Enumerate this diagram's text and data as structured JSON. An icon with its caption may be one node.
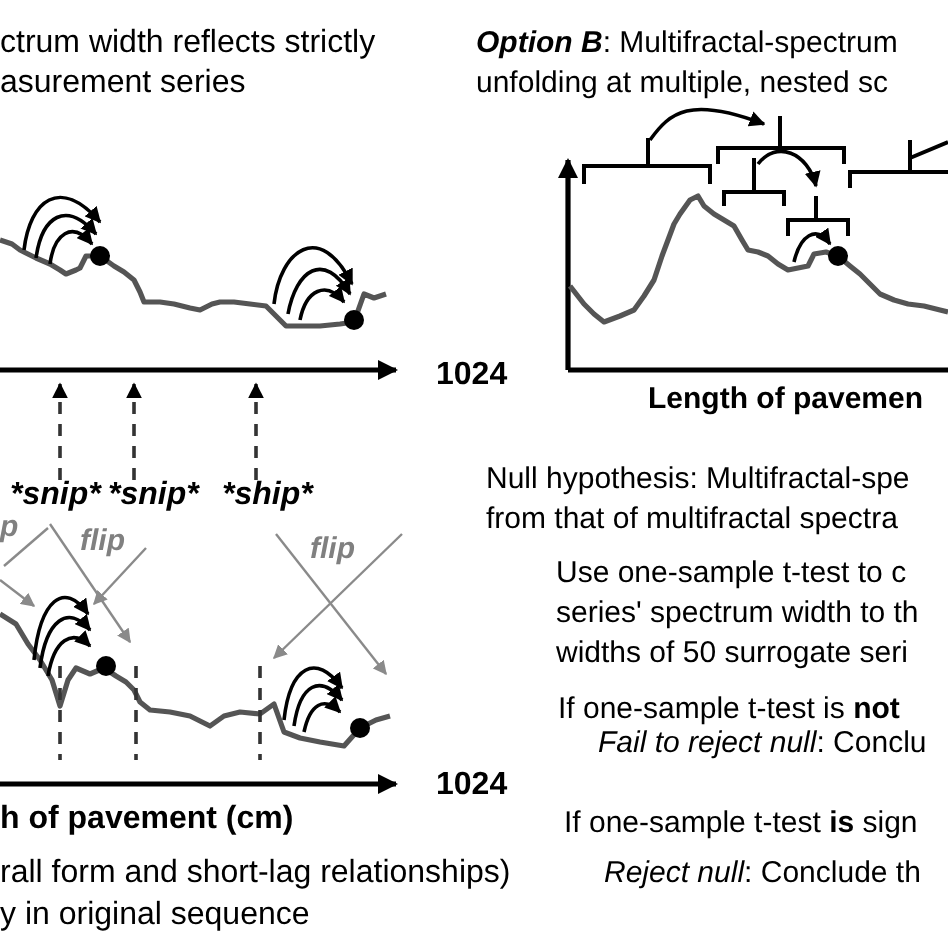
{
  "diagram": {
    "nodes": [
      {
        "text": [
          "*snip*"
        ]
      },
      {
        "text": [
          "*snip*"
        ]
      },
      {
        "text": [
          "*ship*"
        ]
      }
    ],
    "edges": [
      {
        "from": 0,
        "to": null,
        "arrow": "to",
        "style": "dashed"
      },
      {
        "from": 1,
        "to": null,
        "arrow": "to",
        "style": "dashed"
      },
      {
        "from": 2,
        "to": null,
        "arrow": "to",
        "style": "dashed"
      }
    ],
    "labels": [
      "ctrum width reflects strictly asurement series",
      "**Option B**: Multifractal-spectrum unfolding at multiple, nested sc",
      "1024",
      "Length of pavemen",
      "p",
      "flip",
      "flip",
      "Null hypothesis: Multifractal-spe from that of multifractal spectra",
      "Use one-sample t-test to c series' spectrum width to th widths of 50 surrogate seri",
      "If one-sample t-test is **not**",
      "*Fail to reject null*: Conclu",
      "1024",
      "h of pavement (cm)",
      "If one-sample t-test **is** sign",
      "rall form and short-lag relationships) y in original sequence",
      "*Reject null*: Conclude th"
    ]
  }
}
